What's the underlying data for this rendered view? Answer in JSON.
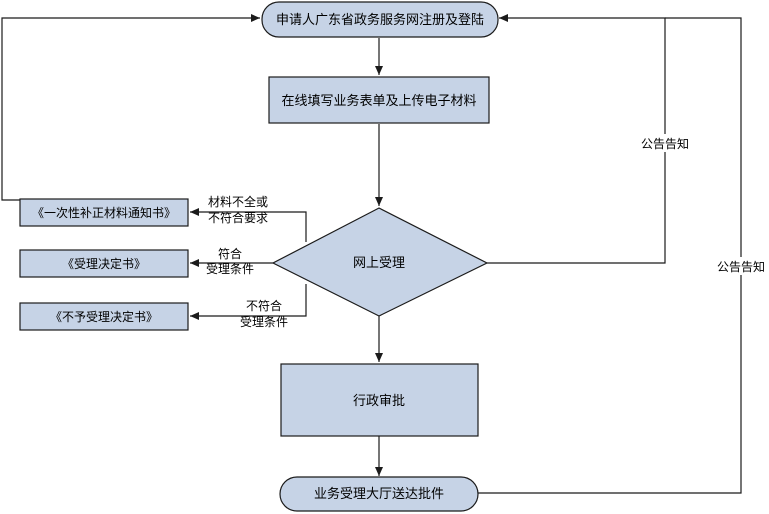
{
  "nodes": {
    "register": "申请人广东省政务服务网注册及登陆",
    "fill_form": "在线填写业务表单及上传电子材料",
    "online_accept": "网上受理",
    "admin_approve": "行政审批",
    "deliver": "业务受理大厅送达批件"
  },
  "outputs": {
    "supplement_notice": "《一次性补正材料通知书》",
    "accept_decision": "《受理决定书》",
    "reject_decision": "《不予受理决定书》"
  },
  "edge_labels": {
    "incomplete_line1": "材料不全或",
    "incomplete_line2": "不符合要求",
    "meets_line1": "符合",
    "meets_line2": "受理条件",
    "not_meets_line1": "不符合",
    "not_meets_line2": "受理条件",
    "notice_1": "公告告知",
    "notice_2": "公告告知"
  },
  "colors": {
    "node_fill": "#c6d3e6",
    "border": "#1b1b1b",
    "line": "#1b1b1b"
  }
}
